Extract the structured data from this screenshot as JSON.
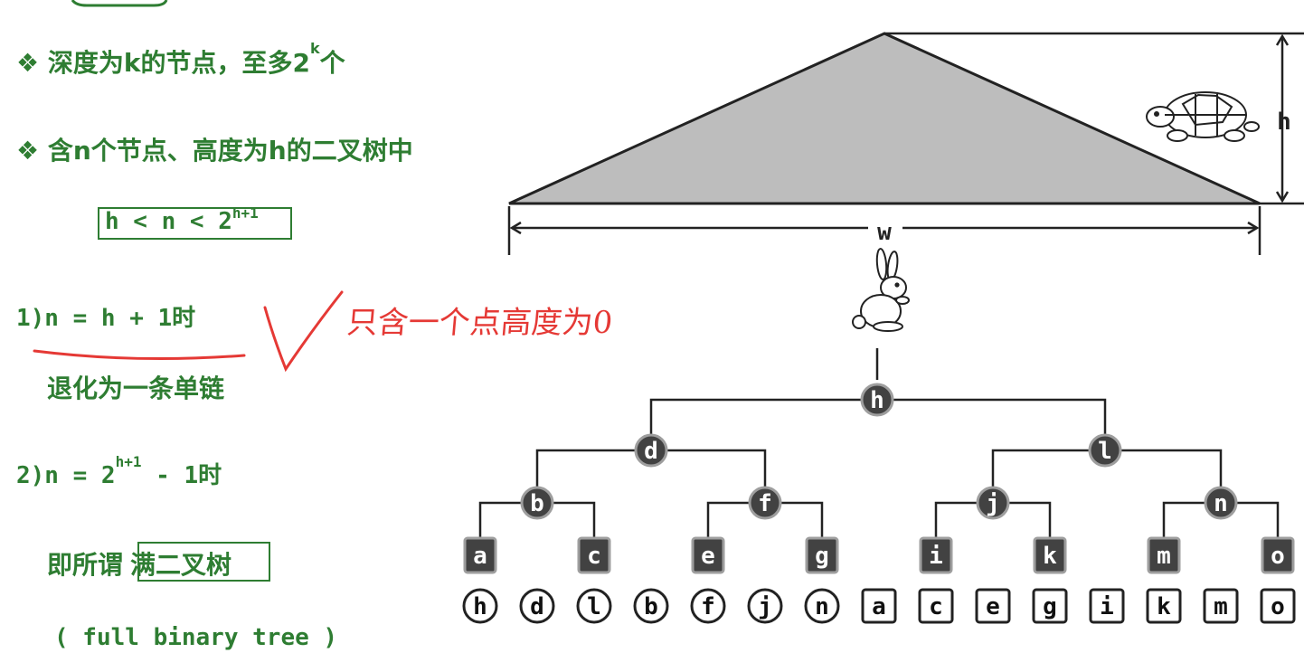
{
  "slide": {
    "bullet1": {
      "prefix": "深度为k的节点，至多2",
      "sup": "k",
      "suffix": "个"
    },
    "bullet2": "含n个节点、高度为h的二叉树中",
    "formula": {
      "main": "h < n < 2",
      "sup": "h+1"
    },
    "case1": {
      "label": "1)n = h + 1时",
      "desc": "退化为一条单链"
    },
    "case2": {
      "prefix": "2)n = 2",
      "sup": "h+1",
      "suffix": " - 1时"
    },
    "case2_desc": {
      "prefix": "即所谓",
      "boxed": "满二叉树"
    },
    "english": "( full binary tree )",
    "bullet_symbol": "❖"
  },
  "diagram": {
    "width_label": "w",
    "height_label": "h",
    "handwritten_note": "只含一个点高度为0",
    "tree_nodes": [
      "h",
      "d",
      "l",
      "b",
      "f",
      "j",
      "n",
      "a",
      "c",
      "e",
      "g",
      "i",
      "k",
      "m",
      "o"
    ],
    "sequence": [
      {
        "label": "h",
        "shape": "circle"
      },
      {
        "label": "d",
        "shape": "circle"
      },
      {
        "label": "l",
        "shape": "circle"
      },
      {
        "label": "b",
        "shape": "circle"
      },
      {
        "label": "f",
        "shape": "circle"
      },
      {
        "label": "j",
        "shape": "circle"
      },
      {
        "label": "n",
        "shape": "circle"
      },
      {
        "label": "a",
        "shape": "square"
      },
      {
        "label": "c",
        "shape": "square"
      },
      {
        "label": "e",
        "shape": "square"
      },
      {
        "label": "g",
        "shape": "square"
      },
      {
        "label": "i",
        "shape": "square"
      },
      {
        "label": "k",
        "shape": "square"
      },
      {
        "label": "m",
        "shape": "square"
      },
      {
        "label": "o",
        "shape": "square"
      }
    ]
  },
  "colors": {
    "text_green": "#2e7d32",
    "triangle_fill": "#bdbdbd",
    "node_fill": "#424242",
    "annotation_red": "#e53935"
  }
}
